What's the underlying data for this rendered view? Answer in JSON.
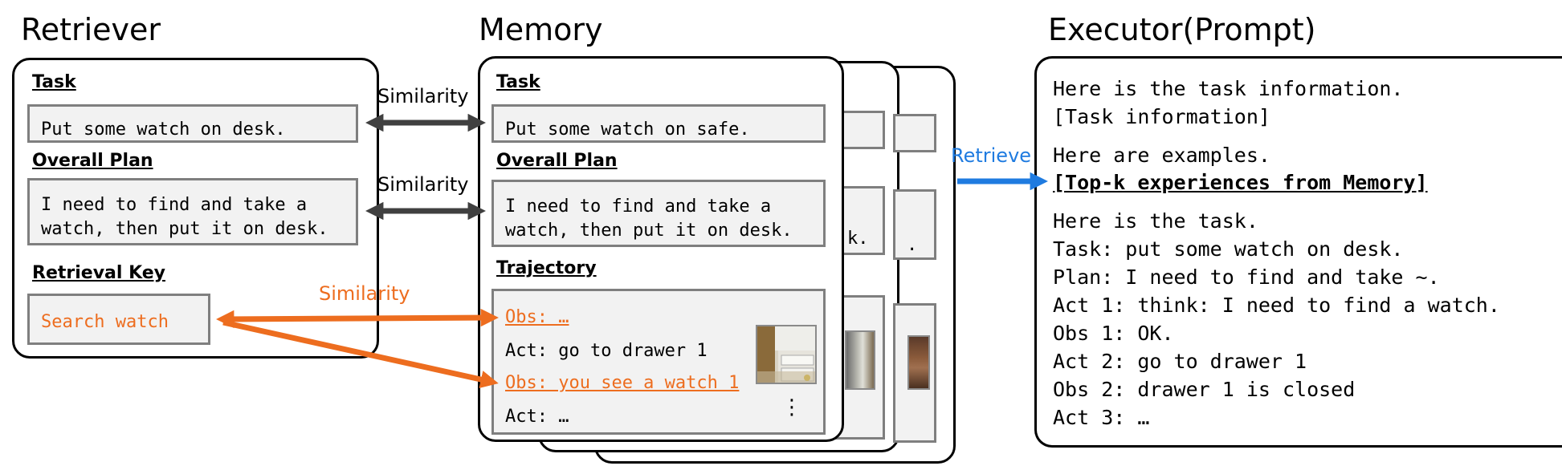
{
  "headings": {
    "retriever": "Retriever",
    "memory": "Memory",
    "executor": "Executor(Prompt)"
  },
  "retriever": {
    "task_label": "Task",
    "task_text": "Put some watch on desk.",
    "plan_label": "Overall Plan",
    "plan_lines": [
      "I need to find and take a",
      "watch, then put it on desk."
    ],
    "key_label": "Retrieval Key",
    "key_text": "Search watch"
  },
  "memory": {
    "task_label": "Task",
    "task_text": "Put some watch on safe.",
    "plan_label": "Overall Plan",
    "plan_lines": [
      "I need to find and take a",
      "watch, then put it on desk."
    ],
    "traj_label": "Trajectory",
    "traj_lines": [
      "Obs: …",
      "Act: go to drawer 1",
      "Obs: you see a watch 1",
      "Act: …"
    ],
    "ellipsis": "⋮",
    "back_fragments": [
      "k.",
      "."
    ]
  },
  "arrows": {
    "similarity_task": "Similarity",
    "similarity_plan": "Similarity",
    "similarity_key": "Similarity",
    "retrieve": "Retrieve"
  },
  "executor": {
    "block1": [
      "Here is the task information.",
      "[Task information]"
    ],
    "block2_intro": "Here are examples.",
    "block2_bold": "[Top-k experiences from Memory]",
    "block3": [
      "Here is the task.",
      "Task: put some watch on desk.",
      "Plan: I need to find and take ~.",
      "Act 1: think: I need to find a watch.",
      "Obs 1: OK.",
      "Act 2: go to drawer 1",
      "Obs 2: drawer 1 is closed",
      "Act 3: …"
    ]
  },
  "colors": {
    "orange": "#ed6d1f",
    "blue": "#1f7be0",
    "dark_arrow": "#404040",
    "box_fill": "#f2f2f2",
    "box_border": "#7f7f7f"
  }
}
